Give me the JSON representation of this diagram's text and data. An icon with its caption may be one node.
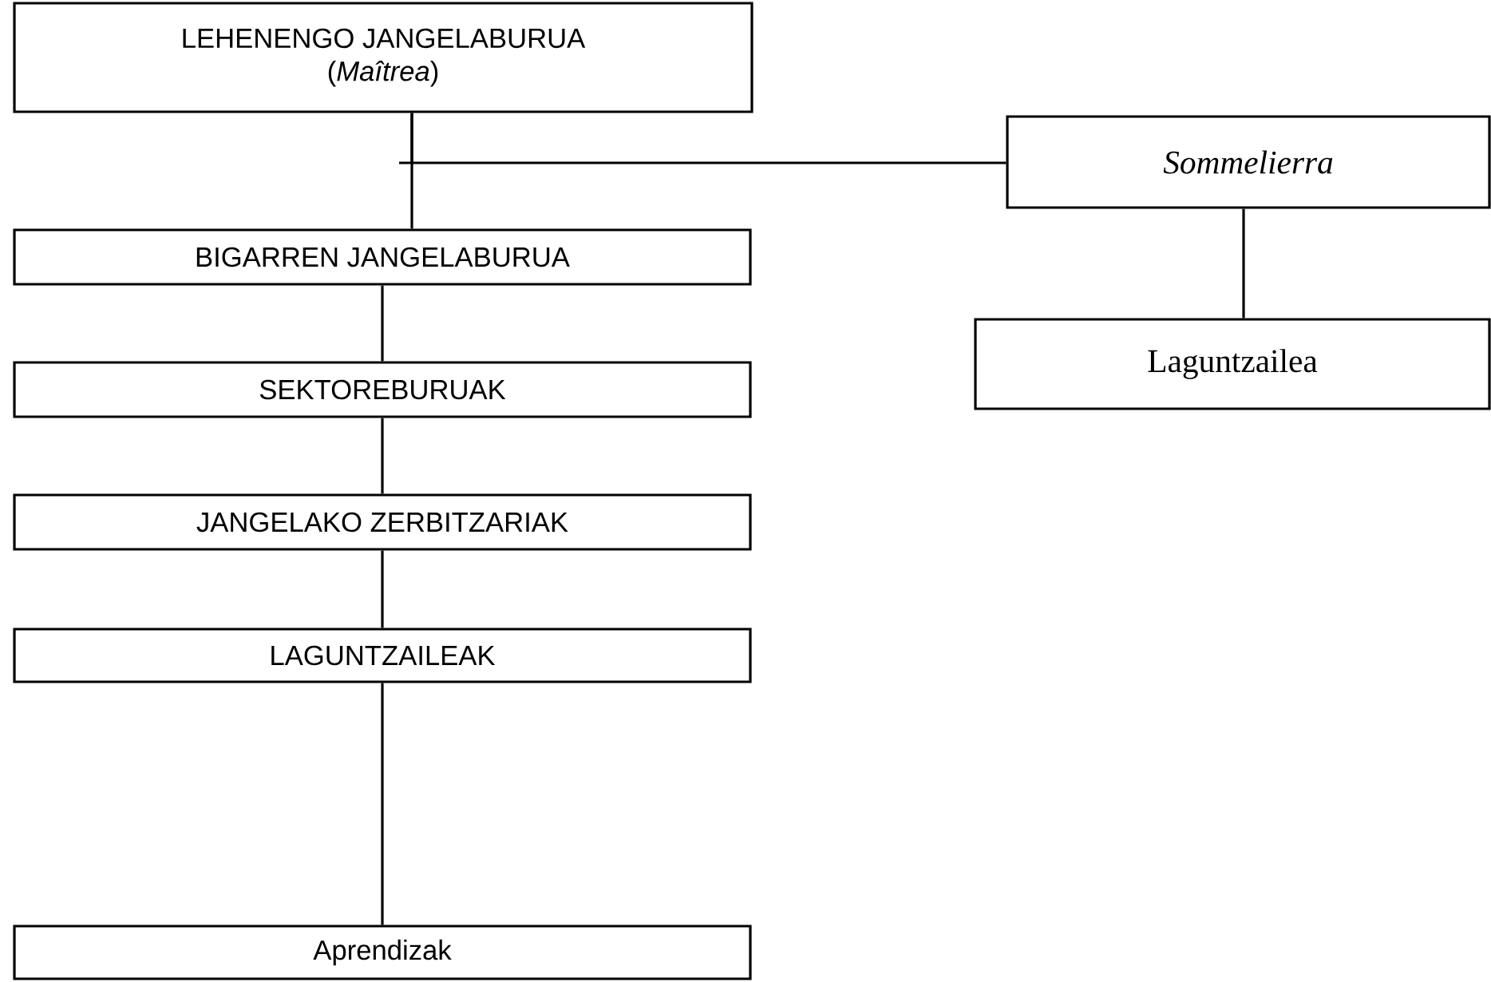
{
  "diagram": {
    "nodes": [
      {
        "text": [
          "LEHENENGO JANGELABURUA",
          "(*Maîtrea*)"
        ]
      },
      {
        "text": [
          "BIGARREN JANGELABURUA"
        ]
      },
      {
        "text": [
          "SEKTOREBURUAK"
        ]
      },
      {
        "text": [
          "JANGELAKO ZERBITZARIAK"
        ]
      },
      {
        "text": [
          "LAGUNTZAILEAK"
        ]
      },
      {
        "text": [
          "Aprendizak"
        ]
      },
      {
        "text": [
          "Sommelierra"
        ]
      },
      {
        "text": [
          "Laguntzailea"
        ]
      }
    ],
    "edges": [
      {
        "from": 0,
        "to": 1,
        "arrow": "none"
      },
      {
        "from": 0,
        "to": 6,
        "arrow": "none"
      },
      {
        "from": 1,
        "to": 2,
        "arrow": "none"
      },
      {
        "from": 2,
        "to": 3,
        "arrow": "none"
      },
      {
        "from": 3,
        "to": 4,
        "arrow": "none"
      },
      {
        "from": 4,
        "to": 5,
        "arrow": "none"
      },
      {
        "from": 6,
        "to": 7,
        "arrow": "none"
      }
    ]
  }
}
